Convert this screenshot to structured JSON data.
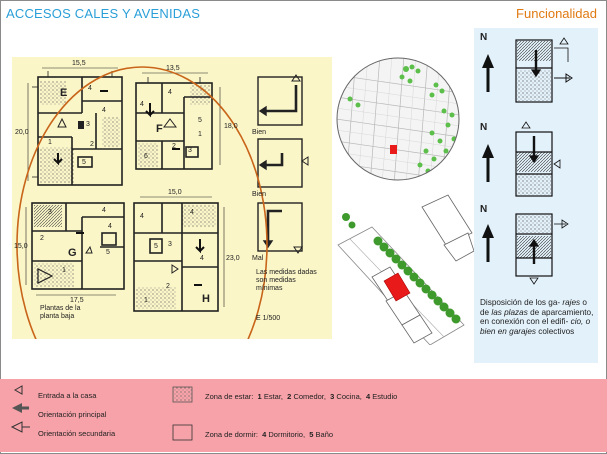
{
  "header": {
    "title": "ACCESOS CALES Y AVENIDAS",
    "section": "Funcionalidad"
  },
  "plans": {
    "houses": [
      "E",
      "F",
      "G",
      "H"
    ],
    "dimensions": [
      "15,5",
      "13,5",
      "20,0",
      "18,0",
      "15,0",
      "15,0",
      "23,0",
      "17,5"
    ],
    "room_numbers": {
      "house_e": [
        "4",
        "4",
        "3",
        "1",
        "2",
        "5"
      ],
      "house_f": [
        "4",
        "4",
        "5",
        "1",
        "3",
        "6",
        "2"
      ],
      "house_g": [
        "3",
        "4",
        "2",
        "4",
        "1",
        "5"
      ],
      "house_h": [
        "4",
        "4",
        "3",
        "5",
        "4",
        "2",
        "1"
      ]
    },
    "labels": {
      "bien1": "Bien",
      "bien2": "Bien",
      "mal": "Mal",
      "medidas": "Las medidas dadas son medidas mínimas",
      "plantas": "Plantas de la planta baja",
      "escala": "E 1/500"
    }
  },
  "map": {
    "road_labels": [
      "",
      ""
    ]
  },
  "right_panel": {
    "north": [
      "N",
      "N",
      "N"
    ],
    "caption_normal_1": "Disposición de los ga-",
    "caption_italic_1": "rajes",
    "caption_normal_2": " o de ",
    "caption_italic_2": "las plazas",
    "caption_normal_3": "de aparcamiento, en conexión con el edifi-",
    "caption_italic_3": "cio, o bien en garajes",
    "caption_normal_4": "colectivos"
  },
  "legend": {
    "entrada": "Entrada a la casa",
    "orient_principal": "Orientación principal",
    "orient_secundaria": "Orientación secundaria",
    "zona_estar": "Zona de estar:",
    "zona_estar_items": [
      {
        "num": "1",
        "label": "Estar,"
      },
      {
        "num": "2",
        "label": "Comedor,"
      },
      {
        "num": "3",
        "label": "Cocina,"
      },
      {
        "num": "4",
        "label": "Estudio"
      }
    ],
    "zona_dormir": "Zona de dormir:",
    "zona_dormir_items": [
      {
        "num": "4",
        "label": "Dormitorio,"
      },
      {
        "num": "5",
        "label": "Baño"
      }
    ]
  },
  "colors": {
    "title_blue": "#2a9fd8",
    "title_orange": "#e07a12",
    "plans_bg": "#fbf6c8",
    "ellipse": "#c8651a",
    "right_bg": "#e3f1fa",
    "legend_bg": "#f6a2a8",
    "highlight_red": "#e81a1a"
  }
}
